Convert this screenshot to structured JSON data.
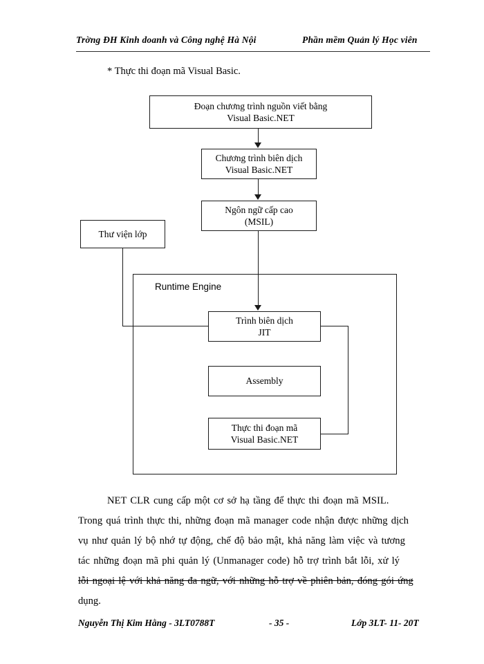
{
  "header": {
    "left": "Trờng  ĐH Kinh doanh và Công nghệ Hà Nội",
    "right": "Phần mềm Quản lý Học viên"
  },
  "section": {
    "caption": "* Thực thi đoạn mã Visual Basic."
  },
  "diagram": {
    "nodes": {
      "source": {
        "line1": "Đoạn chương trình nguồn viết bằng",
        "line2": "Visual Basic.NET"
      },
      "compiler": {
        "line1": "Chương trình biên dịch",
        "line2": "Visual Basic.NET"
      },
      "msil": {
        "line1": "Ngôn ngữ cấp cao",
        "line2": "(MSIL)"
      },
      "library": {
        "line1": "Thư viện lớp"
      },
      "runtime": {
        "line1": "Runtime",
        "line2": "Engine"
      },
      "jit": {
        "line1": "Trình biên dịch",
        "line2": "JIT"
      },
      "assembly": {
        "line1": "Assembly"
      },
      "execute": {
        "line1": "Thực thi đoạn mã",
        "line2": "Visual Basic.NET"
      }
    }
  },
  "body": {
    "lines": [
      "NET  CLR  cung  cấp  một  cơ sở  hạ  tầng  để  thực  thi  đoạn  mã  MSIL.",
      "Trong quá trình thực thi, những đoạn mã manager  code nhận được những dịch",
      "vụ như quản lý bộ nhớ tự động, chế độ bảo mật, khả năng làm việc và tương",
      "tác những đoạn mã phi quản lý (Unmanager  code) hỗ trợ trình bắt lỗi, xử lý",
      "lỗi ngoại lệ với khả năng đa ngữ, với những hỗ trợ về phiên bản, đóng gói ứng",
      "dụng."
    ]
  },
  "footer": {
    "author": "Nguyễn Thị Kim Hằng -  3LT0788T",
    "page": "- 35 -",
    "class": "Lớp 3LT- 11- 20T"
  }
}
